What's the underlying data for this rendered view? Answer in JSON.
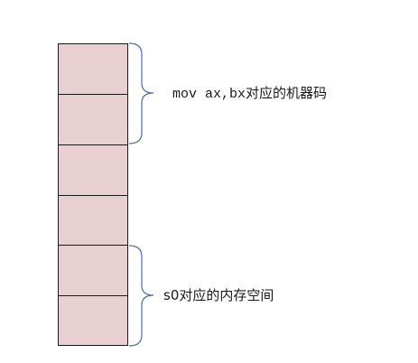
{
  "diagram": {
    "cell_count": 6,
    "colors": {
      "cell_fill": "#e8cfd2",
      "cell_border": "#1a1a1a",
      "brace": "#4a6fb5",
      "text": "#1a1a1a"
    },
    "annotations": [
      {
        "code": "mov ax,bx",
        "text": "对应的机器码",
        "spans_cells": [
          1,
          2
        ]
      },
      {
        "code": "",
        "text": "s0对应的内存空间",
        "spans_cells": [
          5,
          6
        ]
      }
    ]
  }
}
